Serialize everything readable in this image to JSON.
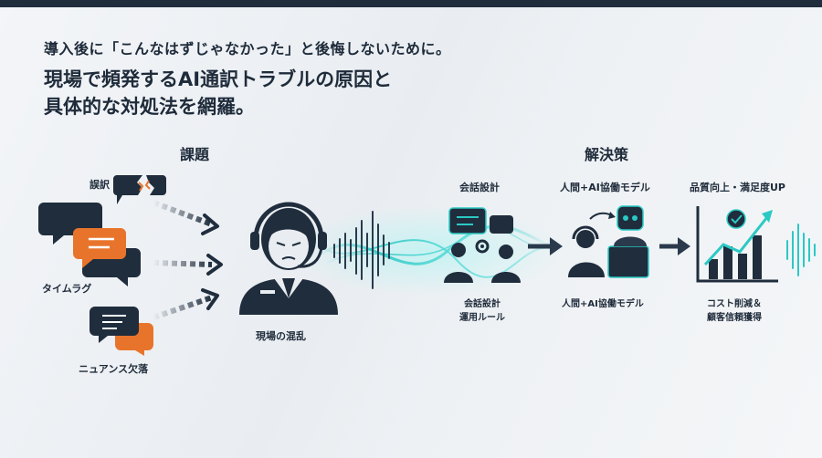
{
  "headline": {
    "line1": "導入後に「こんなはずじゃなかった」と後悔しないために。",
    "line2": "現場で頻発するAI通訳トラブルの原因と",
    "line3": "具体的な対処法を網羅。"
  },
  "sections": {
    "problem_title": "課題",
    "solution_title": "解決策"
  },
  "problems": {
    "mistranslation": "誤訳",
    "time_lag": "タイムラグ",
    "nuance_loss": "ニュアンス欠落",
    "field_confusion": "現場の混乱"
  },
  "solutions": {
    "conversation_design_top": "会話設計",
    "human_ai_top": "人間+AI協働モデル",
    "quality_top": "品質向上・満足度UP",
    "conversation_design_bottom_1": "会話設計",
    "conversation_design_bottom_2": "運用ルール",
    "human_ai_bottom": "人間+AI協働モデル",
    "result_bottom_1": "コスト削減＆",
    "result_bottom_2": "顧客信頼獲得"
  },
  "colors": {
    "navy": "#1f2d3d",
    "orange": "#e8742c",
    "teal": "#2bc9c4",
    "text": "#1e2b3a"
  }
}
